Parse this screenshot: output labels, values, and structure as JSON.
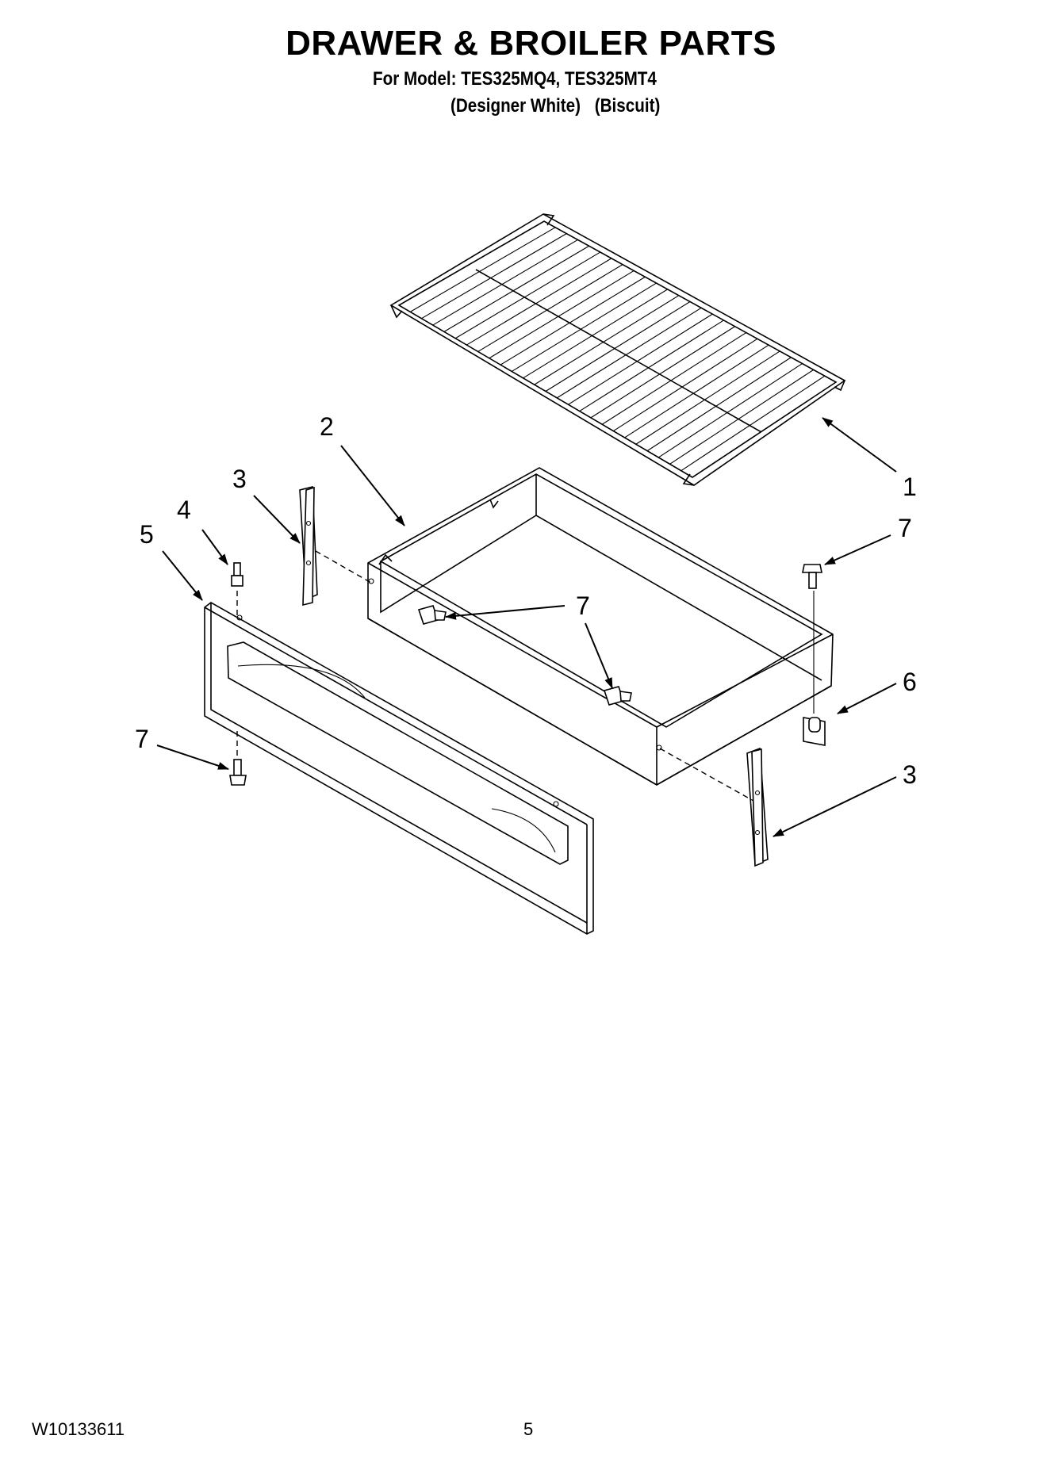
{
  "header": {
    "title": "DRAWER & BROILER PARTS",
    "model_line": "For Model: TES325MQ4, TES325MT4",
    "variant_1": "(Designer White)",
    "variant_2": "(Biscuit)"
  },
  "diagram": {
    "callouts": [
      {
        "id": "c1",
        "label": "1",
        "part": "broiler-pan-grid"
      },
      {
        "id": "c2",
        "label": "2",
        "part": "broiler-drawer-pan"
      },
      {
        "id": "c3a",
        "label": "3",
        "part": "drawer-slide-left"
      },
      {
        "id": "c3b",
        "label": "3",
        "part": "drawer-slide-right"
      },
      {
        "id": "c4",
        "label": "4",
        "part": "stud"
      },
      {
        "id": "c5",
        "label": "5",
        "part": "drawer-front-panel"
      },
      {
        "id": "c6",
        "label": "6",
        "part": "clip"
      },
      {
        "id": "c7a",
        "label": "7",
        "part": "screw-right-top"
      },
      {
        "id": "c7b",
        "label": "7",
        "part": "screw-center"
      },
      {
        "id": "c7c",
        "label": "7",
        "part": "screw-bottom-left"
      }
    ]
  },
  "footer": {
    "document_number": "W10133611",
    "page_number": "5"
  }
}
